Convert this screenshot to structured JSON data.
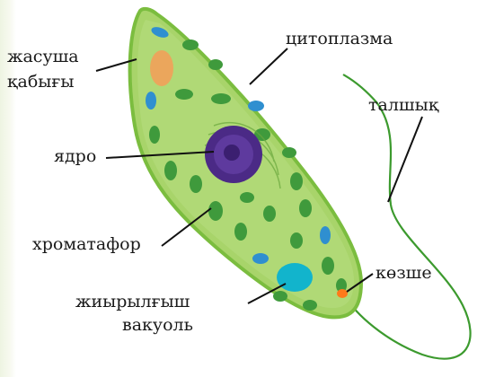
{
  "labels": {
    "cell_wall_line1": "жасуша",
    "cell_wall_line2": "қабығы",
    "cytoplasm": "цитоплазма",
    "flagellum": "талшық",
    "nucleus": "ядро",
    "chromatophore": "хроматафор",
    "eyespot": "көзше",
    "vacuole_line1": "жиырылғыш",
    "vacuole_line2": "вакуоль"
  },
  "colors": {
    "cell_body": "#a8d46a",
    "cell_outline": "#6fae3a",
    "chloroplast": "#3f9a3c",
    "vacuole_blue": "#2f8fd0",
    "nucleus": "#4b2a86",
    "contractile_vacuole": "#12b4cc",
    "eyespot": "#ff7a1a",
    "flagellum": "#3c9a2e"
  }
}
